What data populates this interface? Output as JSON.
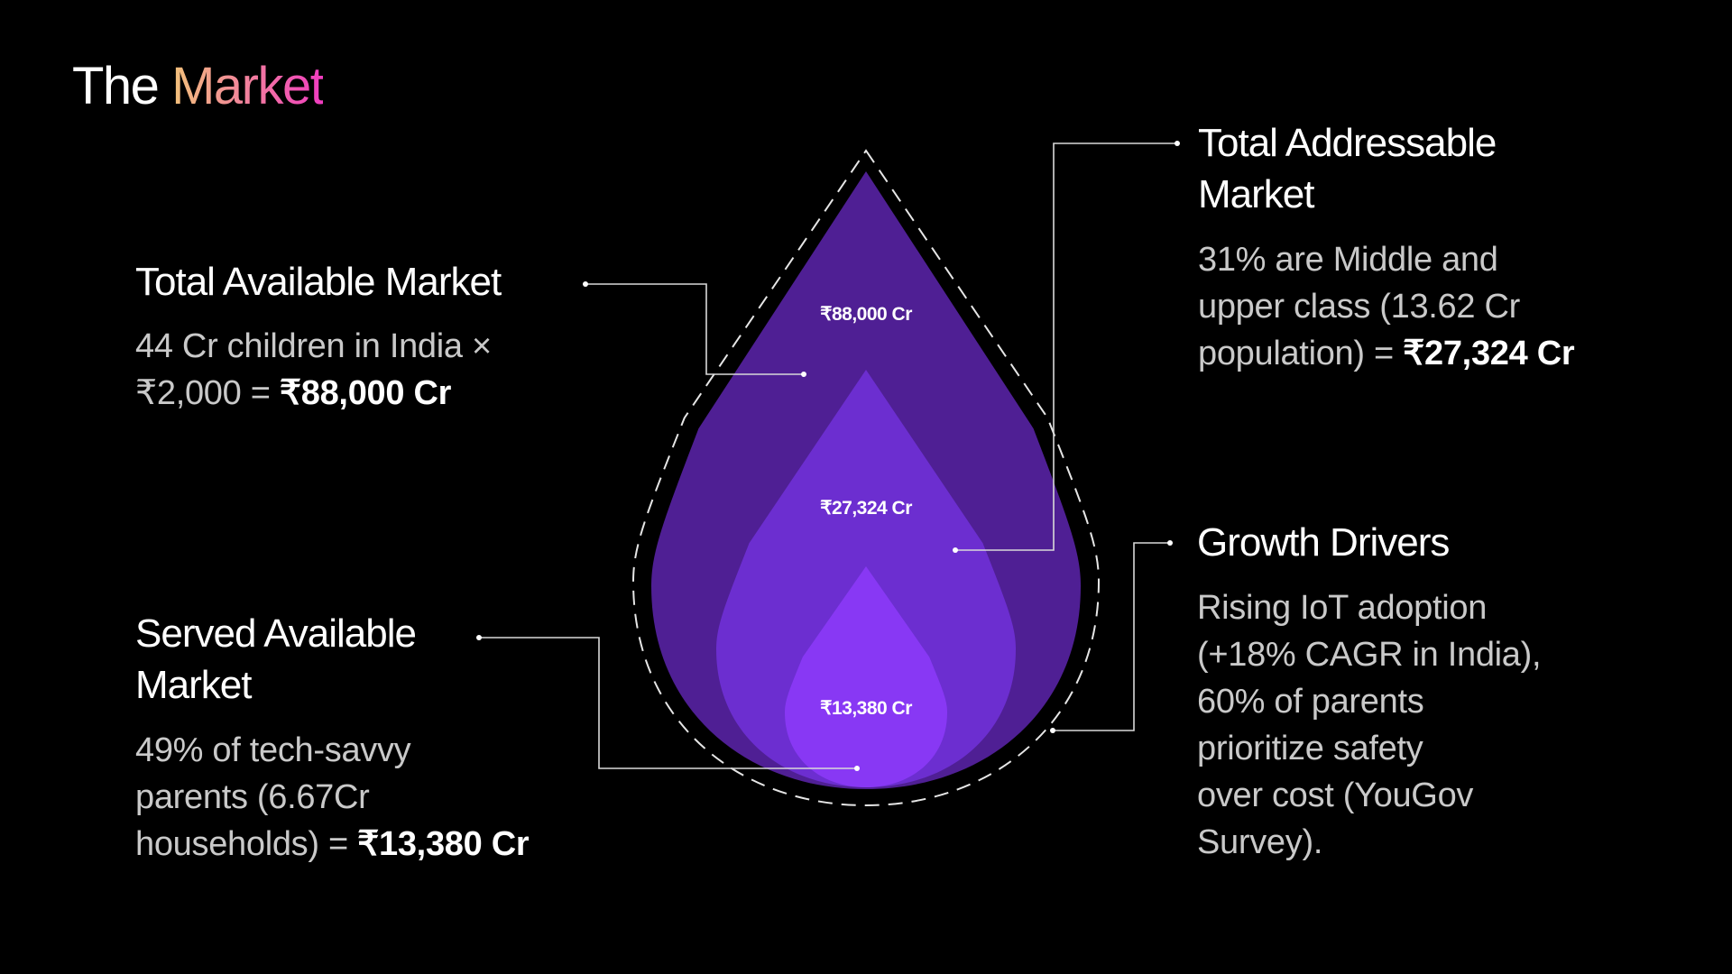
{
  "title": {
    "part1": "The",
    "part2": "Market"
  },
  "drop_labels": {
    "tam": "₹88,000 Cr",
    "sam_addressable": "₹27,324 Cr",
    "som": "₹13,380 Cr"
  },
  "total_available": {
    "heading": "Total Available Market",
    "body_line1": "44 Cr children in India ×",
    "body_line2_prefix": "₹2,000 = ",
    "body_value": "₹88,000 Cr"
  },
  "served_available": {
    "heading_line1": "Served Available",
    "heading_line2": "Market",
    "body_line1": "49% of tech-savvy",
    "body_line2": "parents (6.67Cr",
    "body_line3_prefix": "households) = ",
    "body_value": "₹13,380 Cr"
  },
  "total_addressable": {
    "heading_line1": "Total Addressable",
    "heading_line2": "Market",
    "body_line1": "31% are Middle and",
    "body_line2": "upper class (13.62 Cr",
    "body_line3_prefix": "population) = ",
    "body_value": "₹27,324 Cr"
  },
  "growth_drivers": {
    "heading": "Growth Drivers",
    "body_lines": [
      "Rising IoT adoption",
      "(+18% CAGR in India),",
      "60% of parents",
      "prioritize safety",
      "over cost (YouGov",
      "Survey)."
    ]
  },
  "colors": {
    "outer": "#4f1f94",
    "middle": "#6c2ed0",
    "inner": "#8838f4",
    "accent_start": "#f2c27a",
    "accent_end": "#f03cc0"
  }
}
